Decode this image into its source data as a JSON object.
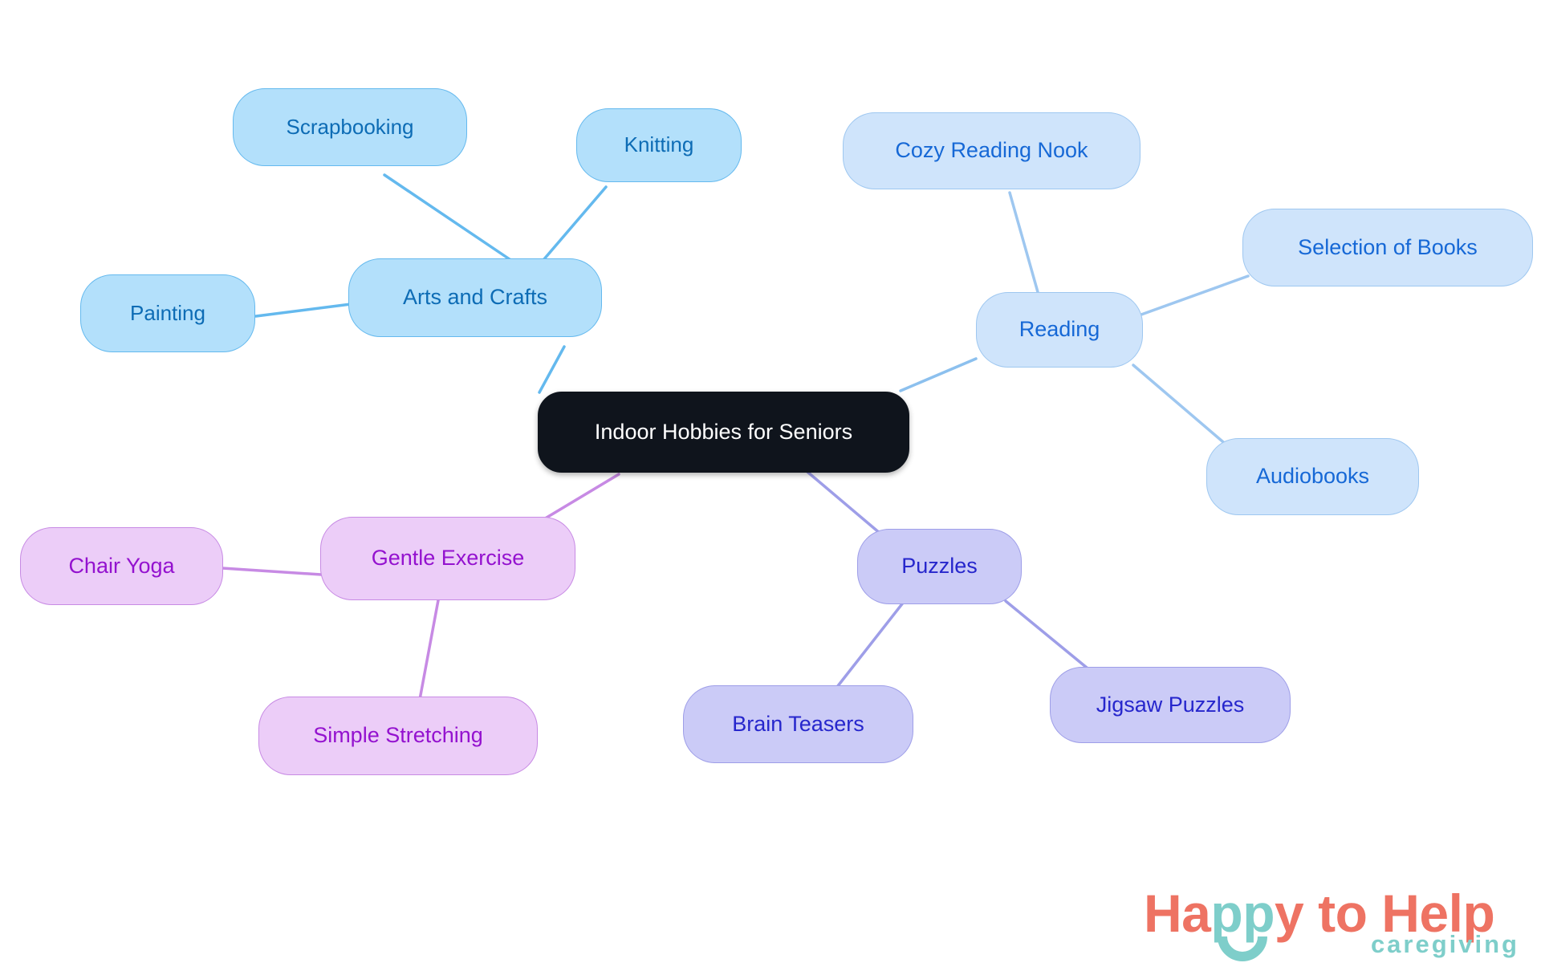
{
  "diagram": {
    "type": "mind-map",
    "title": "Indoor Hobbies for Seniors",
    "background_color": "#ffffff",
    "root": {
      "id": "root",
      "label": "Indoor Hobbies for Seniors",
      "fill": "#0f141c",
      "text_color": "#ffffff"
    },
    "palette": {
      "arts_fill": "#b3e0fb",
      "arts_border": "#64b9ee",
      "arts_text": "#0d6cb5",
      "reading_fill": "#cfe4fb",
      "reading_border": "#9ec7f0",
      "reading_text": "#1668d6",
      "puzzles_fill": "#cbcbf7",
      "puzzles_border": "#9e9ee8",
      "puzzles_text": "#2626cc",
      "exercise_fill": "#eccdf8",
      "exercise_border": "#c78ae4",
      "exercise_text": "#9412cf"
    },
    "branches": [
      {
        "id": "arts",
        "label": "Arts and Crafts",
        "color_group": "blue",
        "children": [
          {
            "id": "scrapbooking",
            "label": "Scrapbooking"
          },
          {
            "id": "knitting",
            "label": "Knitting"
          },
          {
            "id": "painting",
            "label": "Painting"
          }
        ]
      },
      {
        "id": "reading",
        "label": "Reading",
        "color_group": "paleblue",
        "children": [
          {
            "id": "cozy-reading-nook",
            "label": "Cozy Reading Nook"
          },
          {
            "id": "selection-of-books",
            "label": "Selection of Books"
          },
          {
            "id": "audiobooks",
            "label": "Audiobooks"
          }
        ]
      },
      {
        "id": "puzzles",
        "label": "Puzzles",
        "color_group": "periwinkle",
        "children": [
          {
            "id": "brain-teasers",
            "label": "Brain Teasers"
          },
          {
            "id": "jigsaw-puzzles",
            "label": "Jigsaw Puzzles"
          }
        ]
      },
      {
        "id": "gentle-exercise",
        "label": "Gentle Exercise",
        "color_group": "orchid",
        "children": [
          {
            "id": "chair-yoga",
            "label": "Chair Yoga"
          },
          {
            "id": "simple-stretching",
            "label": "Simple Stretching"
          }
        ]
      }
    ],
    "nodes": {
      "root": {
        "label": "Indoor Hobbies for Seniors"
      },
      "arts": {
        "label": "Arts and Crafts"
      },
      "scrapbooking": {
        "label": "Scrapbooking"
      },
      "knitting": {
        "label": "Knitting"
      },
      "painting": {
        "label": "Painting"
      },
      "reading": {
        "label": "Reading"
      },
      "cozy_reading_nook": {
        "label": "Cozy Reading Nook"
      },
      "selection_of_books": {
        "label": "Selection of Books"
      },
      "audiobooks": {
        "label": "Audiobooks"
      },
      "puzzles": {
        "label": "Puzzles"
      },
      "brain_teasers": {
        "label": "Brain Teasers"
      },
      "jigsaw_puzzles": {
        "label": "Jigsaw Puzzles"
      },
      "gentle_exercise": {
        "label": "Gentle Exercise"
      },
      "chair_yoga": {
        "label": "Chair Yoga"
      },
      "simple_stretching": {
        "label": "Simple Stretching"
      }
    }
  },
  "logo": {
    "word_happy_h": "H",
    "word_happy_a": "a",
    "word_happy_pp": "pp",
    "word_happy_y": "y",
    "word_to": "to",
    "word_help": "Help",
    "tagline": "caregiving",
    "coral": "#ee7363",
    "teal": "#7ececa"
  }
}
